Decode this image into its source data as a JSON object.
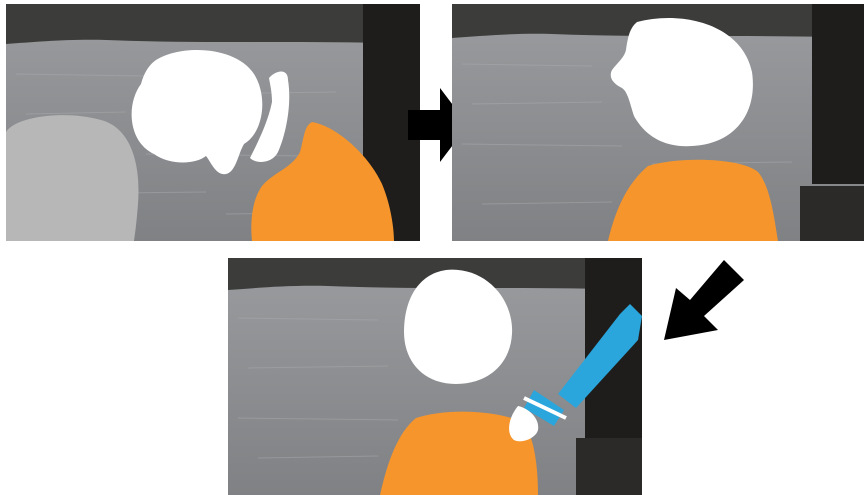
{
  "figure": {
    "panels": [
      {
        "id": 1,
        "content": "scene-with-white-head-silhouettes-gray-blob-orange-blob"
      },
      {
        "id": 2,
        "content": "scene-with-white-head-orange-shoulders"
      },
      {
        "id": 3,
        "content": "scene-with-white-head-orange-shoulders-blue-arm"
      }
    ],
    "arrows": [
      {
        "name": "right-arrow-icon",
        "from": 1,
        "to": 2
      },
      {
        "name": "down-left-arrow-icon",
        "from": 2,
        "to": 3
      }
    ]
  },
  "colors": {
    "background": "#ffffff",
    "water": "#8d8f92",
    "far_shore": "#3c3d3b",
    "post": "#1e1d1c",
    "head_mask": "#ffffff",
    "body_mask": "#f6952c",
    "arm_mask": "#2aa6dd",
    "gray_mask": "#b7b7b7",
    "arrow": "#000000"
  }
}
